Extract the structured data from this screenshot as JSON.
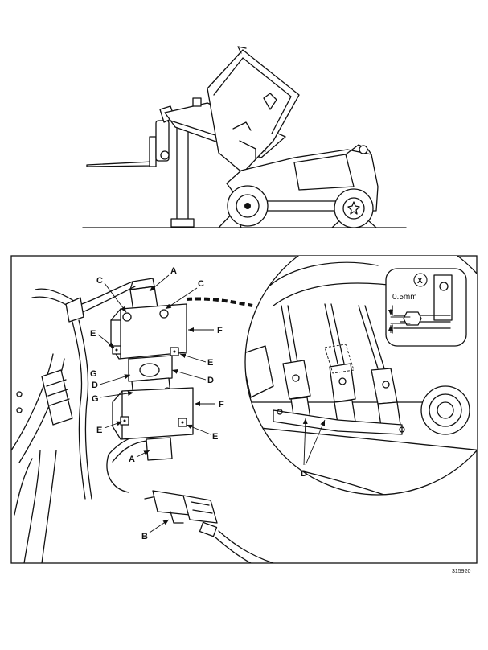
{
  "labels": {
    "A": "A",
    "B": "B",
    "C": "C",
    "D": "D",
    "E": "E",
    "F": "F",
    "G": "G",
    "X": "X"
  },
  "detail": {
    "gap": "0.5mm"
  },
  "figure_number": "315920"
}
